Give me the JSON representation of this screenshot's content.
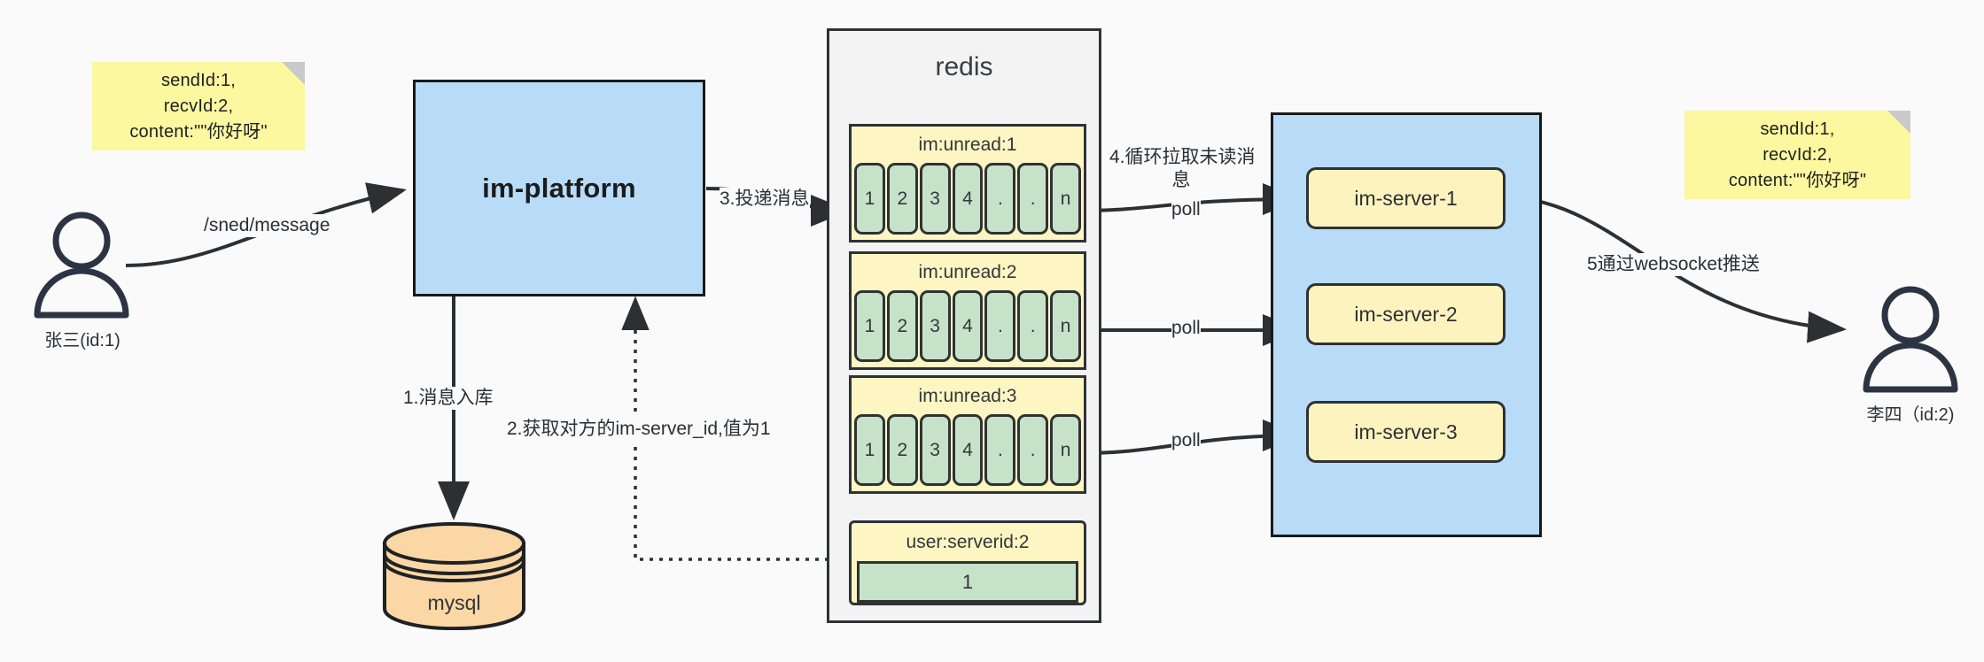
{
  "diagram": {
    "title": "IM message delivery architecture",
    "background": "#fafafa",
    "colors": {
      "note": "#fbf8a0",
      "note_fold": "#c9c9c9",
      "platform_fill": "#b8dcf8",
      "servers_fill": "#b8dcf8",
      "redis_fill": "#f3f3f3",
      "key_header_fill": "#fdf6c3",
      "cell_fill": "#c6e3ca",
      "server_fill": "#fdf3bf",
      "db_fill": "#fbd7a5",
      "stroke": "#2f3234"
    }
  },
  "notes": {
    "left": {
      "lines": "sendId:1,\nrecvId:2,\ncontent:\"\"你好呀\""
    },
    "right": {
      "lines": "sendId:1,\nrecvId:2,\ncontent:\"\"你好呀\""
    }
  },
  "actors": {
    "sender": {
      "icon": "user-icon",
      "label": "张三(id:1)"
    },
    "receiver": {
      "icon": "user-icon",
      "label": "李四（id:2)"
    }
  },
  "nodes": {
    "platform": {
      "label": "im-platform"
    },
    "database": {
      "icon": "database-cylinder-icon",
      "label": "mysql"
    },
    "redis": {
      "title": "redis"
    },
    "servers": [
      {
        "label": "im-server-1"
      },
      {
        "label": "im-server-2"
      },
      {
        "label": "im-server-3"
      }
    ]
  },
  "redis_keys": [
    {
      "name": "im:unread:1",
      "cells": [
        "1",
        "2",
        "3",
        "4",
        ".",
        ".",
        "n"
      ]
    },
    {
      "name": "im:unread:2",
      "cells": [
        "1",
        "2",
        "3",
        "4",
        ".",
        ".",
        "n"
      ]
    },
    {
      "name": "im:unread:3",
      "cells": [
        "1",
        "2",
        "3",
        "4",
        ".",
        ".",
        "n"
      ]
    }
  ],
  "redis_value_keys": [
    {
      "name": "user:serverid:2",
      "value": "1"
    }
  ],
  "edge_labels": {
    "send_message": "/sned/message",
    "step1": "1.消息入库",
    "step2": "2.获取对方的im-server_id,值为1",
    "step3": "3.投递消息",
    "step4": "4.循环拉取未读消\n息",
    "step5": "5通过websocket推送",
    "poll1": "poll",
    "poll2": "poll",
    "poll3": "poll"
  }
}
